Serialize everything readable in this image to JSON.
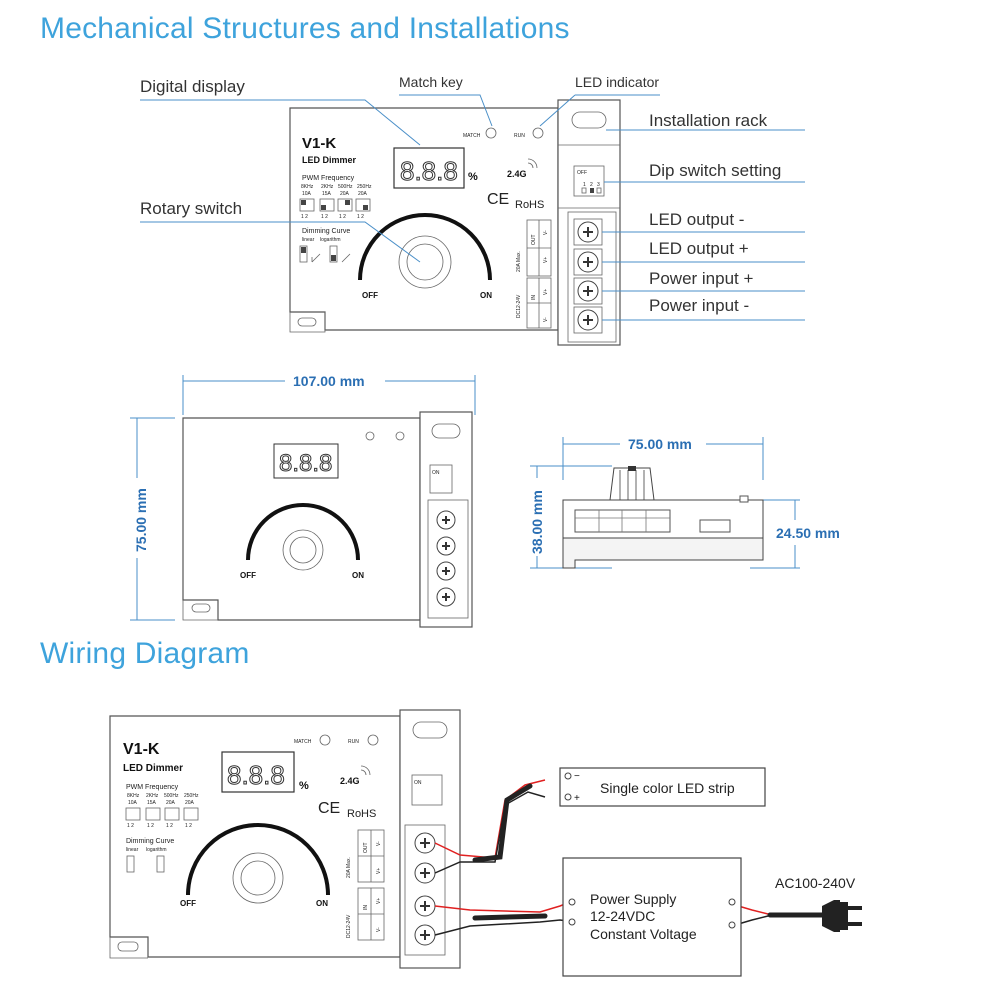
{
  "sections": {
    "mechanical_title": "Mechanical Structures and Installations",
    "wiring_title": "Wiring Diagram"
  },
  "callouts": {
    "digital_display": "Digital display",
    "match_key": "Match key",
    "led_indicator": "LED indicator",
    "installation_rack": "Installation rack",
    "dip_switch_setting": "Dip switch setting",
    "rotary_switch": "Rotary switch",
    "led_output_minus": "LED output -",
    "led_output_plus": "LED output +",
    "power_input_plus": "Power input +",
    "power_input_minus": "Power input -"
  },
  "device": {
    "model": "V1-K",
    "subtitle": "LED Dimmer",
    "display_digits": "8.8.8",
    "percent": "%",
    "match": "MATCH",
    "run": "RUN",
    "wireless": "2.4G",
    "ce": "CE",
    "rohs": "RoHS",
    "pwm_title": "PWM Frequency",
    "pwm_freqs": [
      "8KHz",
      "2KHz",
      "500Hz",
      "250Hz"
    ],
    "pwm_currents": [
      "10A",
      "15A",
      "20A",
      "20A"
    ],
    "dip_nums": "1 2",
    "curve_title": "Dimming Curve",
    "curve_linear": "linear",
    "curve_log": "logarithm",
    "off": "OFF",
    "on": "ON",
    "out_label": "OUT",
    "in_label": "IN",
    "max_current": "20A Max.",
    "voltage": "DC12-24V",
    "v_minus": "V-",
    "v_plus": "V+",
    "dip_on": "ON",
    "dip_labels": [
      "OFF",
      "1",
      "2",
      "3"
    ]
  },
  "dimensions": {
    "width": "107.00 mm",
    "height": "75.00 mm",
    "side_width": "75.00 mm",
    "side_height": "38.00 mm",
    "side_depth": "24.50 mm"
  },
  "wiring": {
    "led_strip": "Single color LED strip",
    "strip_minus": "−",
    "strip_plus": "+",
    "psu_line1": "Power Supply",
    "psu_line2": "12-24VDC",
    "psu_line3": "Constant Voltage",
    "ac": "AC100-240V"
  },
  "colors": {
    "title_blue": "#3ea3dc",
    "dimension_blue": "#2b6fb3",
    "wire_red": "#e02020",
    "wire_black": "#222222"
  }
}
